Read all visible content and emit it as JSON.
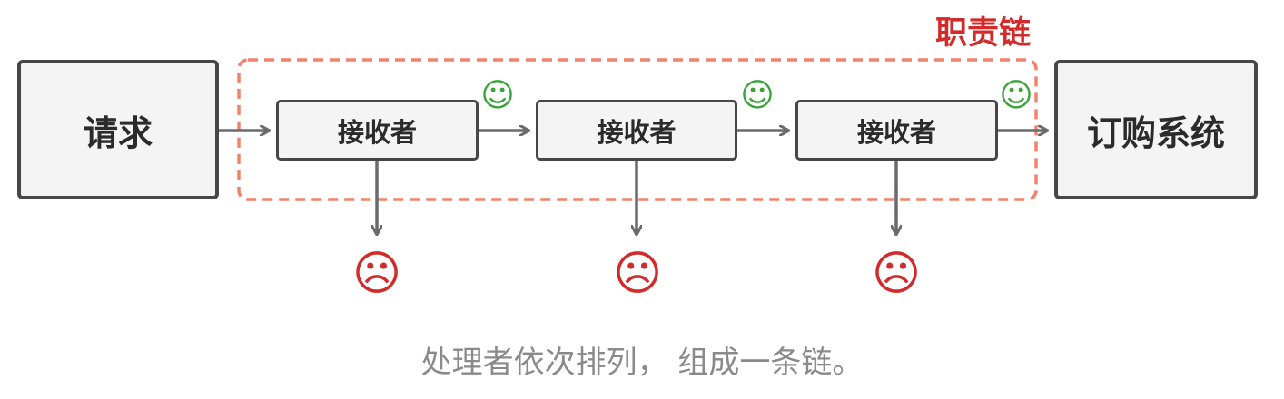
{
  "diagram": {
    "chain_label": "职责链",
    "request_label": "请求",
    "handlers": [
      {
        "label": "接收者"
      },
      {
        "label": "接收者"
      },
      {
        "label": "接收者"
      }
    ],
    "target_label": "订购系统",
    "caption": "处理者依次排列， 组成一条链。",
    "happy_face_glyph": "☺",
    "sad_face_glyph": "☹"
  },
  "colors": {
    "chain_dashed_border": "#f0826e",
    "chain_label": "#d12b2b",
    "box_border": "#474747",
    "box_fill": "#f4f4f4",
    "arrow": "#6b6b6b",
    "happy_face": "#3aa33a",
    "sad_face": "#d12b2b",
    "caption": "#8a8a8a"
  },
  "icons": {
    "happy": "smiley-face-icon",
    "sad": "frowning-face-icon"
  }
}
